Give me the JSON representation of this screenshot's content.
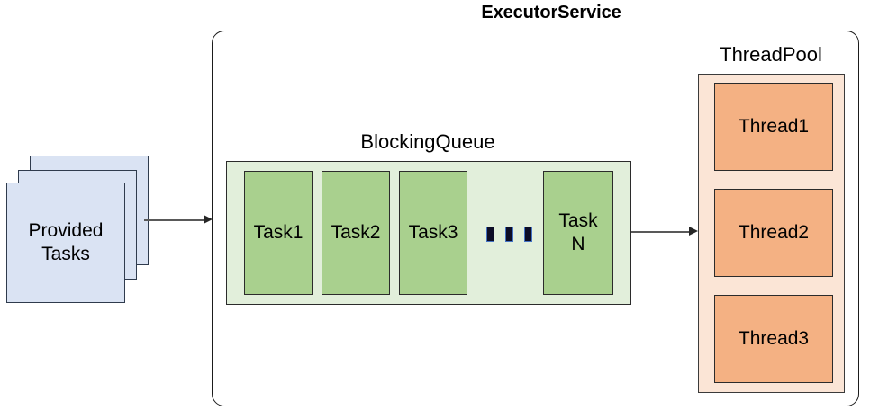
{
  "diagram": {
    "title": "ExecutorService",
    "colors": {
      "provided_tasks_fill": "#dae3f3",
      "provided_tasks_stroke": "#2f3b4d",
      "queue_container_fill": "#e2efdb",
      "task_fill": "#a9d08e",
      "task_stroke": "#2b2b2b",
      "ellipsis_fill": "#0d0d26",
      "ellipsis_stroke": "#4472c4",
      "pool_container_fill": "#fbe5d6",
      "thread_fill": "#f4b183",
      "thread_stroke": "#2b2b2b",
      "arrow_color": "#595959",
      "container_stroke": "#1b1b1b"
    }
  },
  "provided_tasks": {
    "label": "Provided\nTasks",
    "line1": "Provided",
    "line2": "Tasks",
    "sheet_count": 3
  },
  "blocking_queue": {
    "label": "BlockingQueue",
    "tasks": [
      {
        "label": "Task1"
      },
      {
        "label": "Task2"
      },
      {
        "label": "Task3"
      },
      {
        "label": "Task\nN",
        "line1": "Task",
        "line2": "N"
      }
    ],
    "ellipsis": {
      "name": "ellipsis-dots",
      "count": 3
    }
  },
  "thread_pool": {
    "label": "ThreadPool",
    "threads": [
      {
        "label": "Thread1"
      },
      {
        "label": "Thread2"
      },
      {
        "label": "Thread3"
      }
    ]
  },
  "arrows": [
    {
      "name": "arrow-tasks-to-queue",
      "from": "Provided Tasks",
      "to": "BlockingQueue"
    },
    {
      "name": "arrow-queue-to-pool",
      "from": "BlockingQueue",
      "to": "ThreadPool"
    }
  ]
}
